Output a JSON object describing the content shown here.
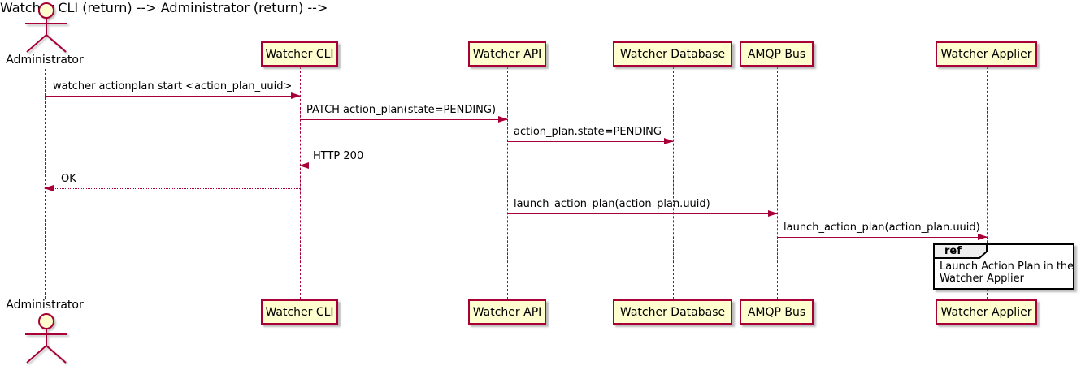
{
  "diagram": {
    "type": "sequence-diagram",
    "actor": {
      "name": "Administrator"
    },
    "participants": [
      {
        "label": "Watcher CLI"
      },
      {
        "label": "Watcher API"
      },
      {
        "label": "Watcher Database"
      },
      {
        "label": "AMQP Bus"
      },
      {
        "label": "Watcher Applier"
      }
    ],
    "messages": [
      {
        "from": "Administrator",
        "to": "Watcher CLI",
        "label": "watcher actionplan start <action_plan_uuid>",
        "line": "solid"
      },
      {
        "from": "Watcher CLI",
        "to": "Watcher API",
        "label": "PATCH action_plan(state=PENDING)",
        "line": "solid"
      },
      {
        "from": "Watcher API",
        "to": "Watcher Database",
        "label": "action_plan.state=PENDING",
        "line": "solid"
      },
      {
        "from": "Watcher API",
        "to": "Watcher CLI",
        "label": "HTTP 200",
        "line": "dotted"
      },
      {
        "from": "Watcher CLI",
        "to": "Administrator",
        "label": "OK",
        "line": "dotted"
      },
      {
        "from": "Watcher API",
        "to": "AMQP Bus",
        "label": "launch_action_plan(action_plan.uuid)",
        "line": "solid"
      },
      {
        "from": "AMQP Bus",
        "to": "Watcher Applier",
        "label": "launch_action_plan(action_plan.uuid)",
        "line": "solid"
      }
    ],
    "ref": {
      "keyword": "ref",
      "over": "Watcher Applier",
      "lines": [
        "Launch Action Plan in the",
        "Watcher Applier"
      ]
    },
    "colors": {
      "participant_fill": "#FEFECE",
      "stroke": "#A80036",
      "ref_border": "#000000",
      "ref_tab_fill": "#EEEEEE",
      "text": "#000000"
    }
  }
}
